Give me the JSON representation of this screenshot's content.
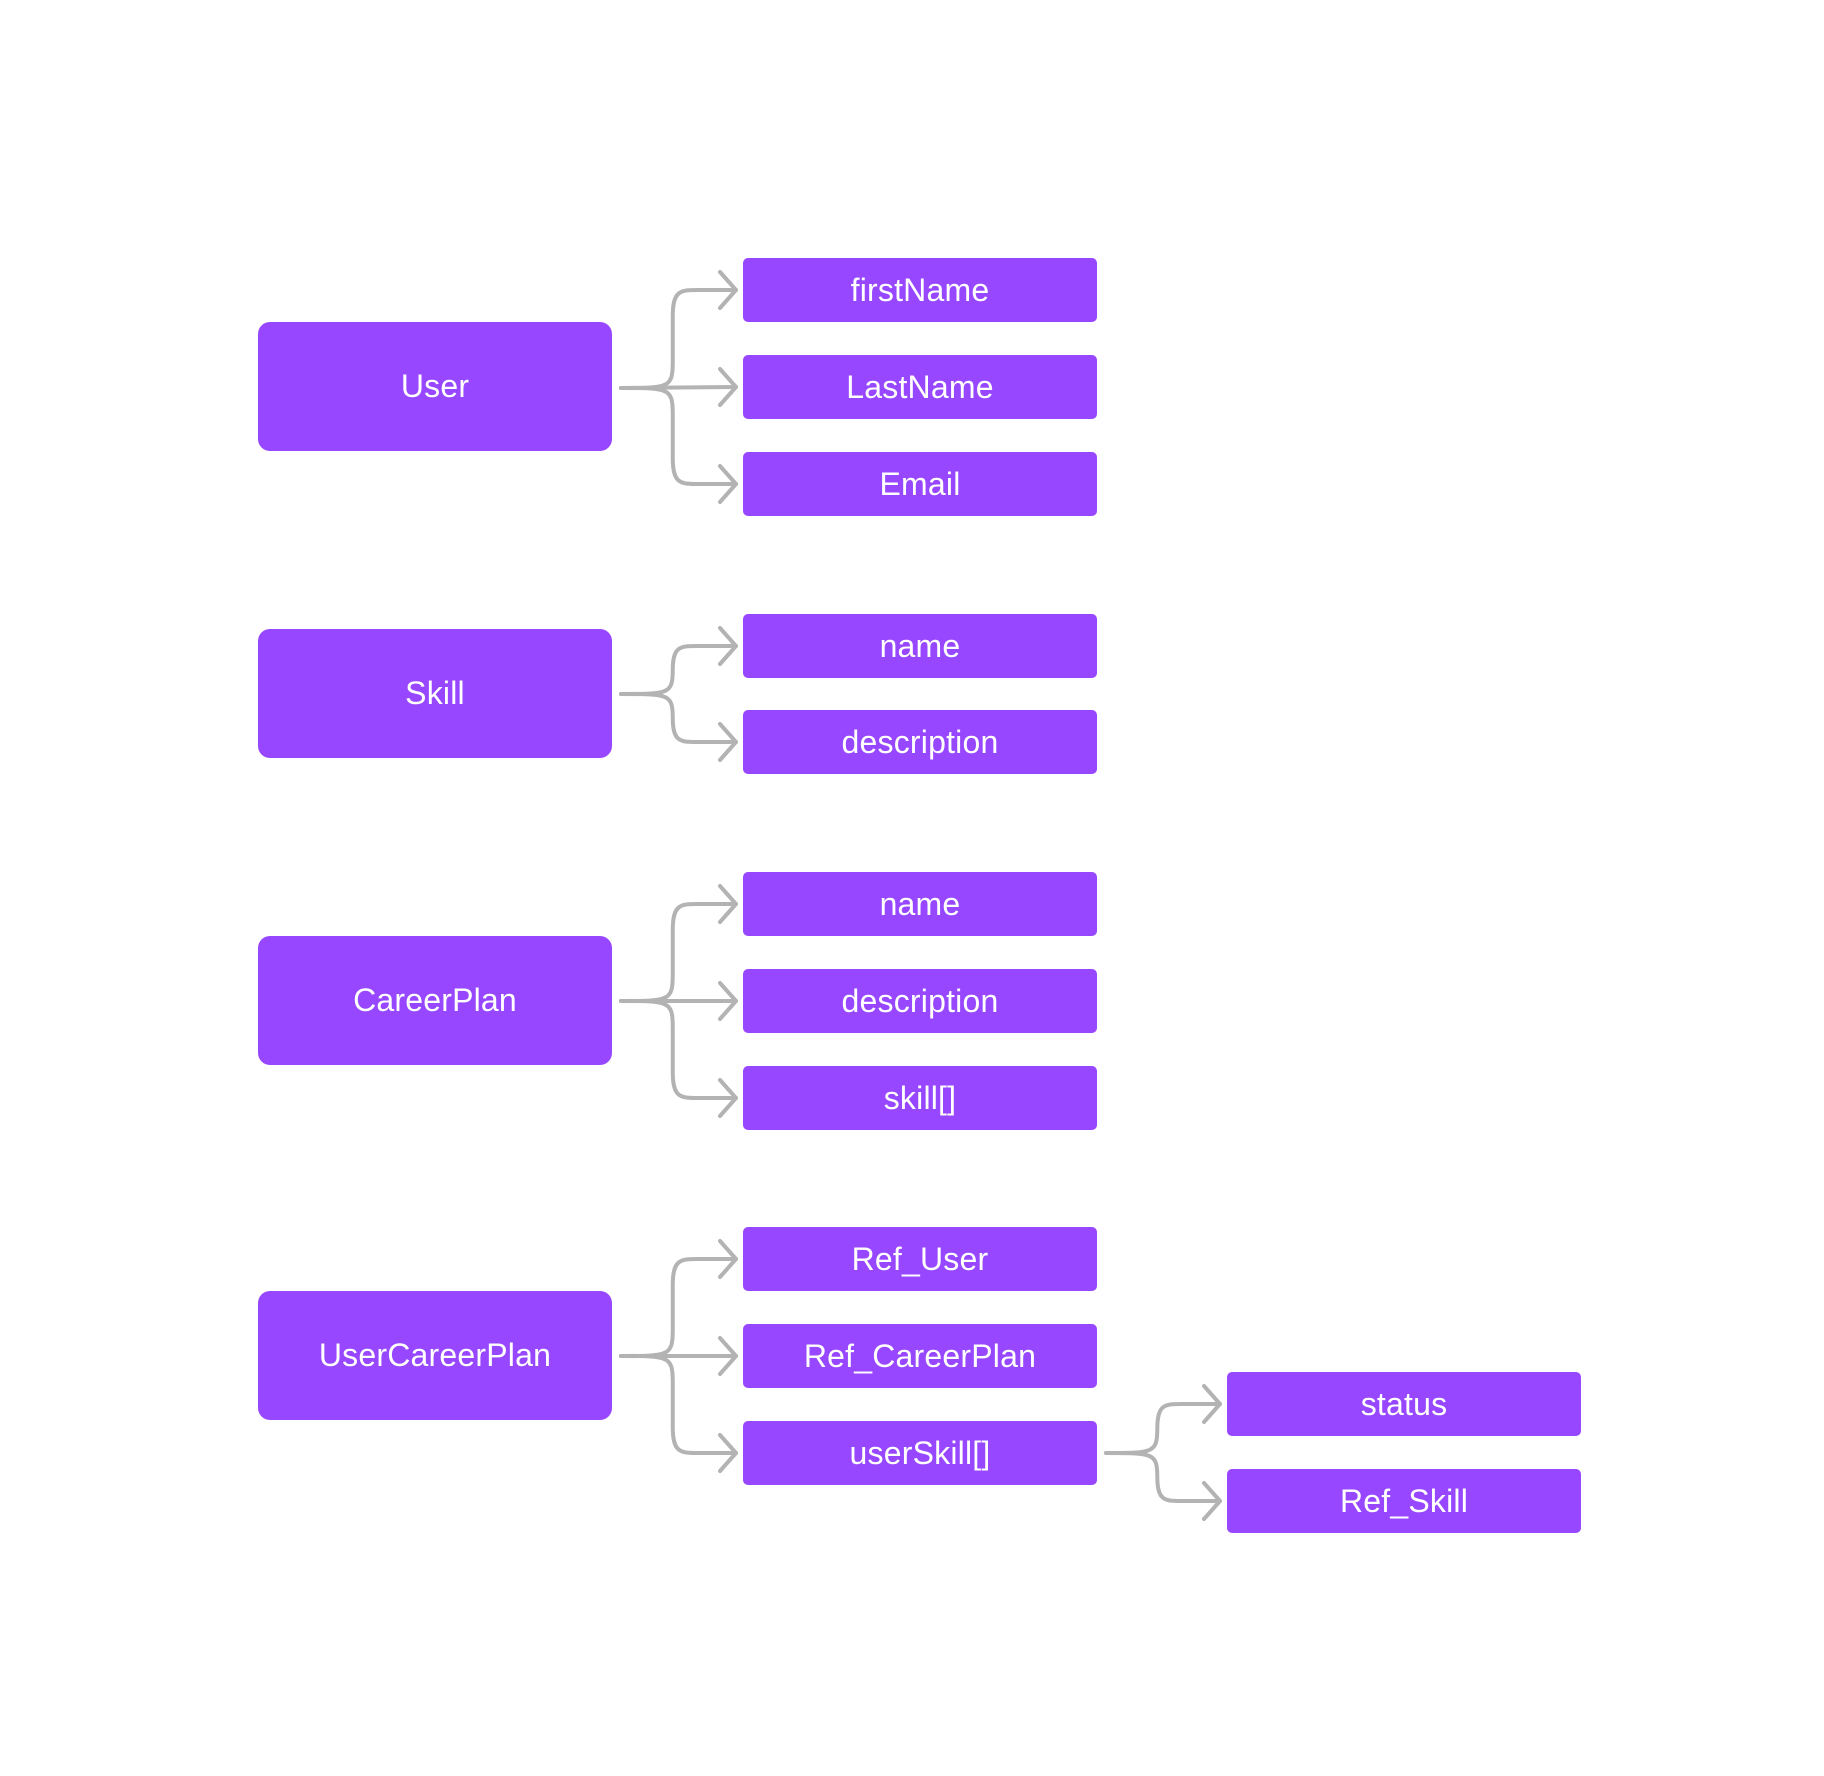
{
  "theme": {
    "box_color": "#9747FF",
    "text_color": "#FFFFFF",
    "connector_color": "#B3B3B3",
    "background": "#FFFFFF"
  },
  "groups": [
    {
      "entity": "User",
      "fields": [
        "firstName",
        "LastName",
        "Email"
      ]
    },
    {
      "entity": "Skill",
      "fields": [
        "name",
        "description"
      ]
    },
    {
      "entity": "CareerPlan",
      "fields": [
        "name",
        "description",
        "skill[]"
      ]
    },
    {
      "entity": "UserCareerPlan",
      "fields": [
        "Ref_User",
        "Ref_CareerPlan",
        "userSkill[]"
      ],
      "subfields": [
        "status",
        "Ref_Skill"
      ]
    }
  ]
}
